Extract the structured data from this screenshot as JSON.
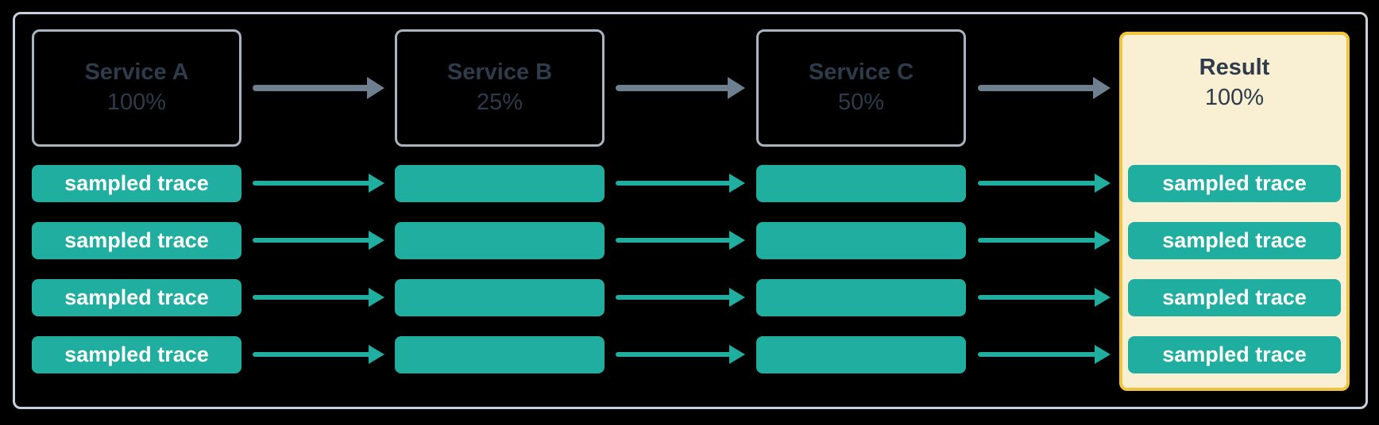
{
  "diagram": {
    "description": "Trace sampling flow across services",
    "columns": [
      {
        "id": "service-a",
        "title": "Service A",
        "rate": "100%",
        "kind": "service",
        "traces_labeled": true
      },
      {
        "id": "service-b",
        "title": "Service B",
        "rate": "25%",
        "kind": "service",
        "traces_labeled": false
      },
      {
        "id": "service-c",
        "title": "Service C",
        "rate": "50%",
        "kind": "service",
        "traces_labeled": false
      },
      {
        "id": "result",
        "title": "Result",
        "rate": "100%",
        "kind": "result",
        "traces_labeled": true
      }
    ],
    "trace_label": "sampled trace",
    "row_count": 4,
    "colors": {
      "background": "#000000",
      "container_border": "#c7d1db",
      "service_border": "#a8b4c1",
      "service_text": "#2d3b4a",
      "service_arrow": "#6e7f90",
      "trace_fill": "#1fae9f",
      "trace_text": "#ffffff",
      "result_bg": "#f9efd3",
      "result_border": "#f2c33c"
    }
  }
}
